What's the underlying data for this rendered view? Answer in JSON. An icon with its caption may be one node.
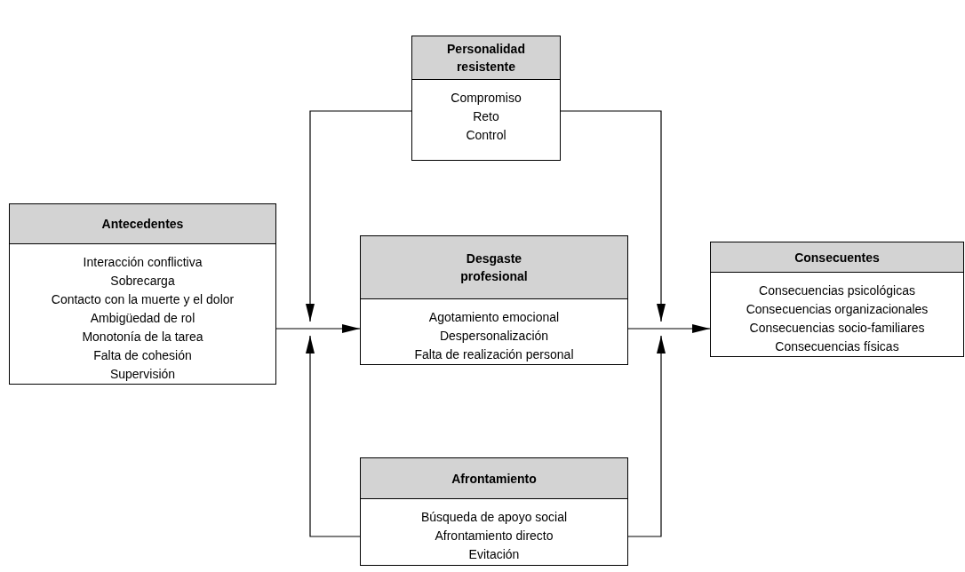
{
  "diagram": {
    "nodes": [
      {
        "text": [
          "Personalidad resistente",
          "Compromiso",
          "Reto",
          "Control"
        ]
      },
      {
        "text": [
          "Antecedentes",
          "Interacción conflictiva",
          "Sobrecarga",
          "Contacto con la muerte y el dolor",
          "Ambigüedad de rol",
          "Monotonía de la tarea",
          "Falta de cohesión",
          "Supervisión"
        ]
      },
      {
        "text": [
          "Desgaste profesional",
          "Agotamiento emocional",
          "Despersonalización",
          "Falta de realización personal"
        ]
      },
      {
        "text": [
          "Consecuentes",
          "Consecuencias psicológicas",
          "Consecuencias organizacionales",
          "Consecuencias socio-familiares",
          "Consecuencias físicas"
        ]
      },
      {
        "text": [
          "Afrontamiento",
          "Búsqueda de apoyo social",
          "Afrontamiento directo",
          "Evitación"
        ]
      }
    ],
    "edges": [
      {
        "from": 1,
        "to": 2,
        "arrow": "to"
      },
      {
        "from": 2,
        "to": 3,
        "arrow": "to"
      },
      {
        "from": 0,
        "to": null,
        "arrow": "to"
      },
      {
        "from": 0,
        "to": null,
        "arrow": "to"
      },
      {
        "from": 4,
        "to": null,
        "arrow": "to"
      },
      {
        "from": 4,
        "to": null,
        "arrow": "to"
      }
    ]
  }
}
